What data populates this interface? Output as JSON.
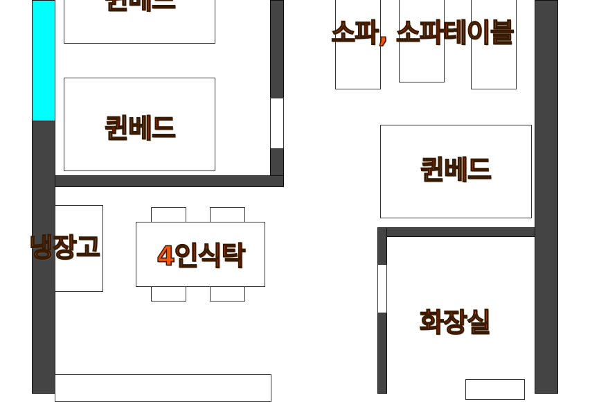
{
  "labels": {
    "queen_bed_top": "퀸베드",
    "queen_bed_left": "퀸베드",
    "queen_bed_right": "퀸베드",
    "sofa": "소파, 소파테이블",
    "fridge": "냉장고",
    "dining_table": "4인식탁",
    "bathroom": "화장실"
  },
  "colors": {
    "wall": "#444444",
    "window_highlight": "#00ffff",
    "label": "#ff5500"
  }
}
